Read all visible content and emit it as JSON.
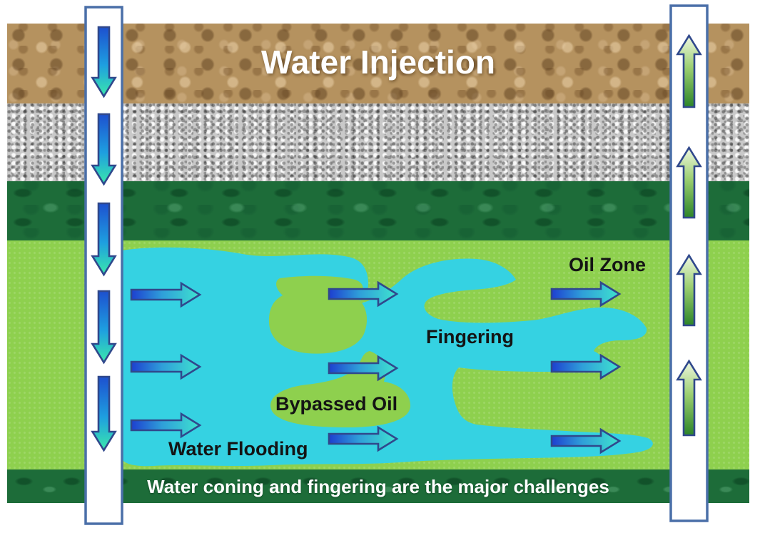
{
  "title": "Water Injection",
  "caption": "Water coning and fingering are the major challenges",
  "labels": {
    "oil_zone": "Oil Zone",
    "fingering": "Fingering",
    "bypassed_oil": "Bypassed Oil",
    "water_flooding": "Water Flooding"
  },
  "wells": {
    "left_injection_well": {
      "flow_direction": "down",
      "arrow_count": 5
    },
    "right_production_well": {
      "flow_direction": "up",
      "arrow_count": 4
    }
  },
  "flow_arrows": {
    "horizontal_arrow_count": 9,
    "direction": "right"
  },
  "colors": {
    "caprock_brown": "#b5925f",
    "granite_gray": "#c9c9c9",
    "shale_dark_green": "#1d6c39",
    "oil_zone_green": "#8ed04e",
    "water_cyan": "#35d2e2",
    "well_border_blue": "#4a6fa8",
    "arrow_outline_blue": "#30488c",
    "down_arrow_top": "#1d50cf",
    "down_arrow_bottom": "#3ae8ac",
    "up_arrow_top": "#f0f8e2",
    "up_arrow_bottom": "#2c8428",
    "flow_arrow_left": "#1d3fd0",
    "flow_arrow_right": "#3fe3cf",
    "label_black": "#141414",
    "title_white": "#ffffff"
  }
}
